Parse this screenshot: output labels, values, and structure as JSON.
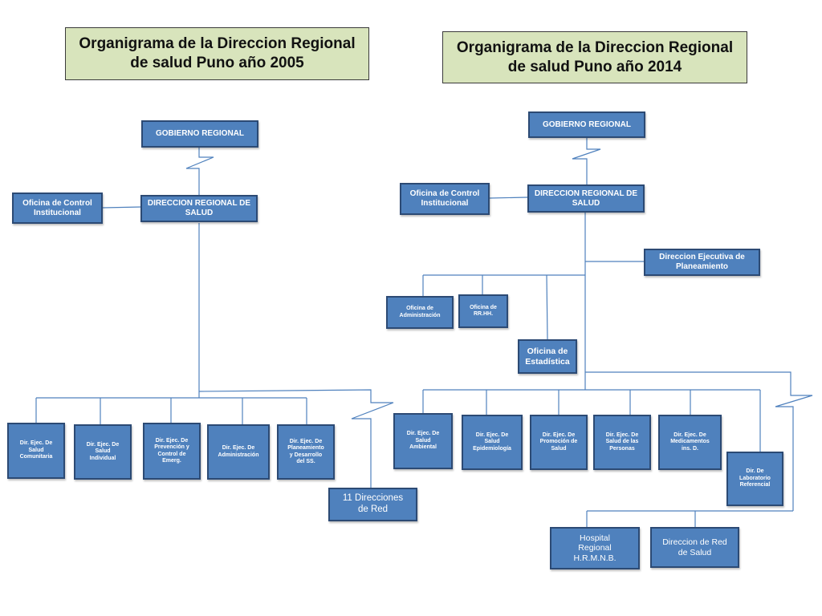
{
  "left": {
    "title": "Organigrama de la Direccion Regional\nde salud Puno  año 2005",
    "gobierno": "GOBIERNO REGIONAL",
    "direccion": "DIRECCION REGIONAL DE\nSALUD",
    "control": "Oficina de Control\nInstitucional",
    "units": [
      "Dir. Ejec. De\nSalud\nComunitaria",
      "Dir. Ejec. De\nSalud\nIndividual",
      "Dir. Ejec. De\nPrevención y\nControl de\nEmerg.",
      "Dir. Ejec. De\nAdministración",
      "Dir. Ejec. De\nPlaneamiento\ny Desarrollo\ndel SS."
    ],
    "redes": "11 Direcciones\nde Red"
  },
  "right": {
    "title": "Organigrama de la Direccion Regional\nde salud Puno  año 2014",
    "gobierno": "GOBIERNO REGIONAL",
    "direccion": "DIRECCION REGIONAL DE\nSALUD",
    "control": "Oficina de Control\nInstitucional",
    "planeamiento": "Direccion Ejecutiva de\nPlaneamiento",
    "administracion": "Oficina de\nAdministración",
    "rrhh": "Oficina de\nRR.HH.",
    "estadistica": "Oficina de\nEstadística",
    "units": [
      "Dir. Ejec. De\nSalud\nAmbiental",
      "Dir. Ejec. De\nSalud\nEpidemiología",
      "Dir. Ejec. De\nPromoción de\nSalud",
      "Dir. Ejec. De\nSalud de las\nPersonas",
      "Dir. Ejec. De\nMedicamentos\nins. D."
    ],
    "laboratorio": "Dir.  De\nLaboratorio\nReferencial",
    "hospital": "Hospital\nRegional\nH.R.M.N.B.",
    "red": "Direccion de Red\nde Salud"
  },
  "colors": {
    "box_fill": "#4f81bd",
    "box_border": "#2c4a74",
    "title_fill": "#d8e4bc",
    "connector": "#4f81bd"
  }
}
